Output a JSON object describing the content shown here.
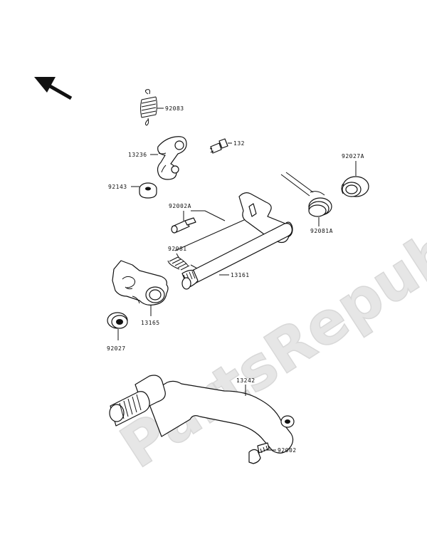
{
  "watermark": "PartsRepublik",
  "icons": [
    "direction-arrow-icon"
  ],
  "parts": [
    {
      "id": "spring-top",
      "label": "92083"
    },
    {
      "id": "bolt-132",
      "label": "132"
    },
    {
      "id": "plate-13236",
      "label": "13236"
    },
    {
      "id": "collar-92143",
      "label": "92143"
    },
    {
      "id": "bushing-92027a",
      "label": "92027A"
    },
    {
      "id": "pin-92002a",
      "label": "92002A"
    },
    {
      "id": "spring-92081a",
      "label": "92081A"
    },
    {
      "id": "spring-92081",
      "label": "92081"
    },
    {
      "id": "shaft-13161",
      "label": "13161"
    },
    {
      "id": "plate-13165",
      "label": "13165"
    },
    {
      "id": "washer-92027",
      "label": "92027"
    },
    {
      "id": "pedal-13242",
      "label": "13242"
    },
    {
      "id": "bolt-92002",
      "label": "92002"
    }
  ]
}
